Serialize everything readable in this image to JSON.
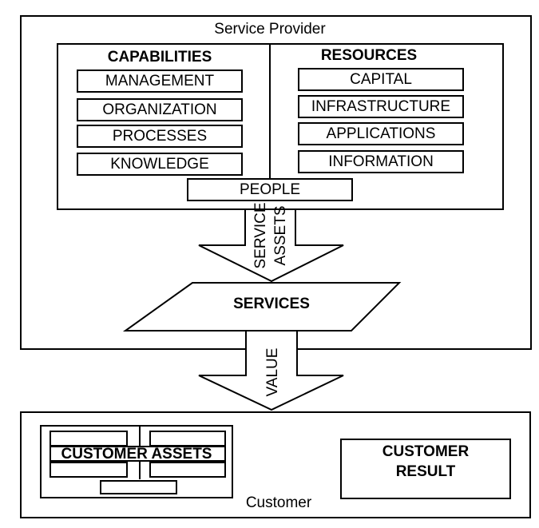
{
  "provider": {
    "title": "Service Provider",
    "capabilities": {
      "heading": "CAPABILITIES",
      "items": [
        "MANAGEMENT",
        "ORGANIZATION",
        "PROCESSES",
        "KNOWLEDGE"
      ]
    },
    "resources": {
      "heading": "RESOURCES",
      "items": [
        "CAPITAL",
        "INFRASTRUCTURE",
        "APPLICATIONS",
        "INFORMATION"
      ]
    },
    "people": "PEOPLE",
    "service_assets_arrow": [
      "SERVICE",
      "ASSETS"
    ],
    "services": "SERVICES"
  },
  "value_arrow": "VALUE",
  "customer": {
    "title": "Customer",
    "assets": "CUSTOMER ASSETS",
    "result": [
      "CUSTOMER",
      "RESULT"
    ]
  }
}
